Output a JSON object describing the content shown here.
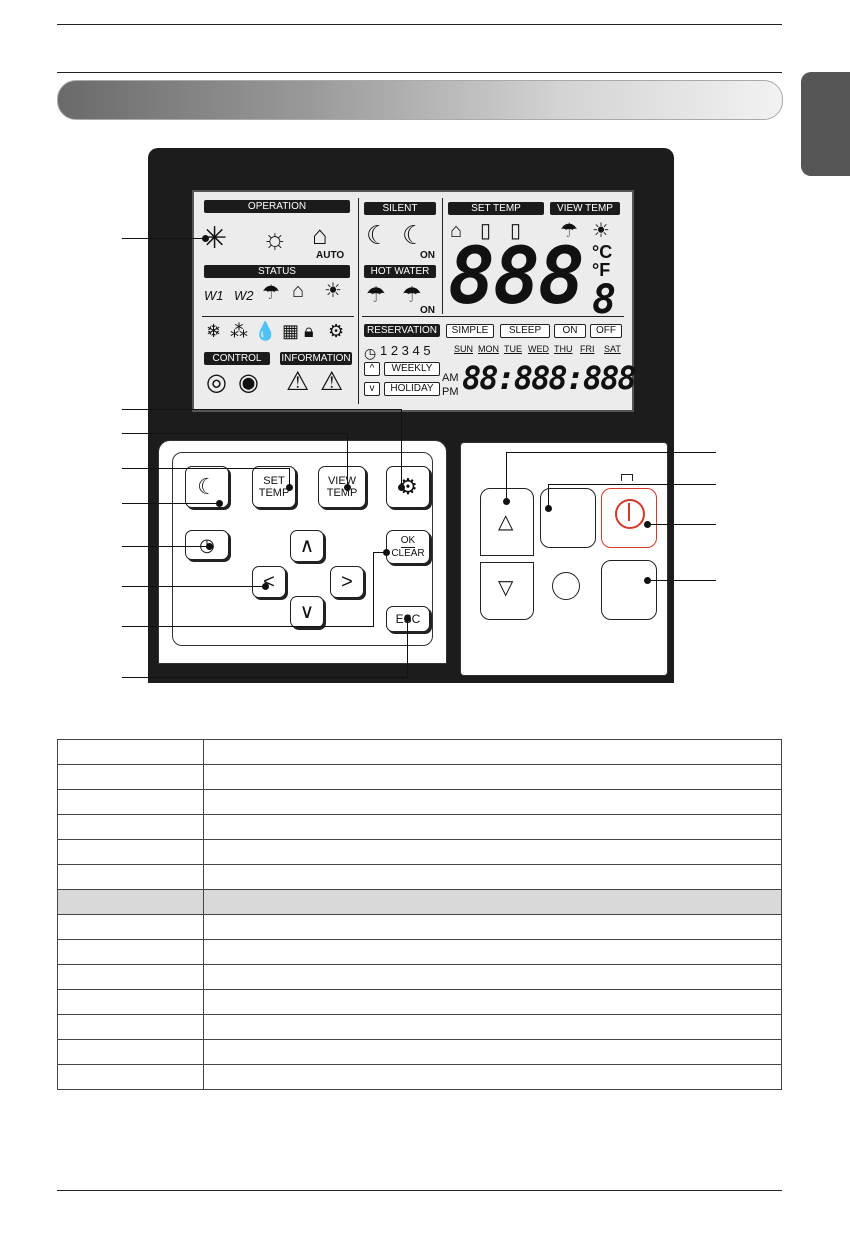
{
  "lcd": {
    "operation": "OPERATION",
    "status": "STATUS",
    "control": "CONTROL",
    "information": "INFORMATION",
    "silent": "SILENT",
    "hot_water": "HOT WATER",
    "set_temp": "SET TEMP",
    "view_temp": "VIEW TEMP",
    "auto": "AUTO",
    "on": "ON",
    "on2": "ON",
    "celsius": "°C",
    "fahrenheit": "°F",
    "big_digits": "888",
    "small_digit": "8",
    "reservation": "RESERVATION",
    "simple": "SIMPLE",
    "sleep": "SLEEP",
    "on_label": "ON",
    "off_label": "OFF",
    "days": [
      "SUN",
      "MON",
      "TUE",
      "WED",
      "THU",
      "FRI",
      "SAT"
    ],
    "numbers": "1 2 3 4 5",
    "weekly": "WEEKLY",
    "holiday": "HOLIDAY",
    "am": "AM",
    "pm": "PM",
    "time_digits": "88:888:888"
  },
  "buttons": {
    "set_temp": "SET\nTEMP",
    "set_temp_l1": "SET",
    "set_temp_l2": "TEMP",
    "view_temp_l1": "VIEW",
    "view_temp_l2": "TEMP",
    "ok": "OK",
    "clear": "CLEAR",
    "esc": "ESC"
  },
  "table_rows": 14,
  "colors": {
    "remote_body": "#1c1c1c",
    "lcd_bg": "#ececec",
    "power_accent": "#d23a2a",
    "table_shade": "#d9d9d9"
  }
}
